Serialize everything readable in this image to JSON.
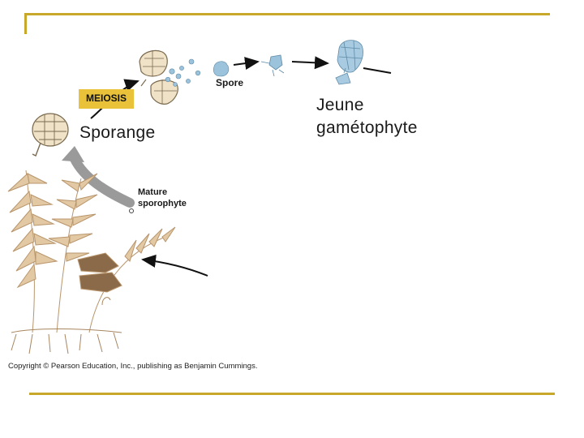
{
  "labels": {
    "sporange": "Sporange",
    "jeune_gametophyte": "Jeune\ngamétophyte",
    "spore": "Spore",
    "meiosis": "MEIOSIS",
    "mature_sporophyte": "Mature\nsporophyte",
    "copyright": "Copyright © Pearson Education, Inc., publishing as Benjamin Cummings."
  },
  "colors": {
    "accent_line": "#c8a82a",
    "meiosis_highlight": "#e9c23a",
    "sporangium": "#e8d8b8",
    "spore": "#9cc3dc",
    "fern": "#d8bc94"
  }
}
